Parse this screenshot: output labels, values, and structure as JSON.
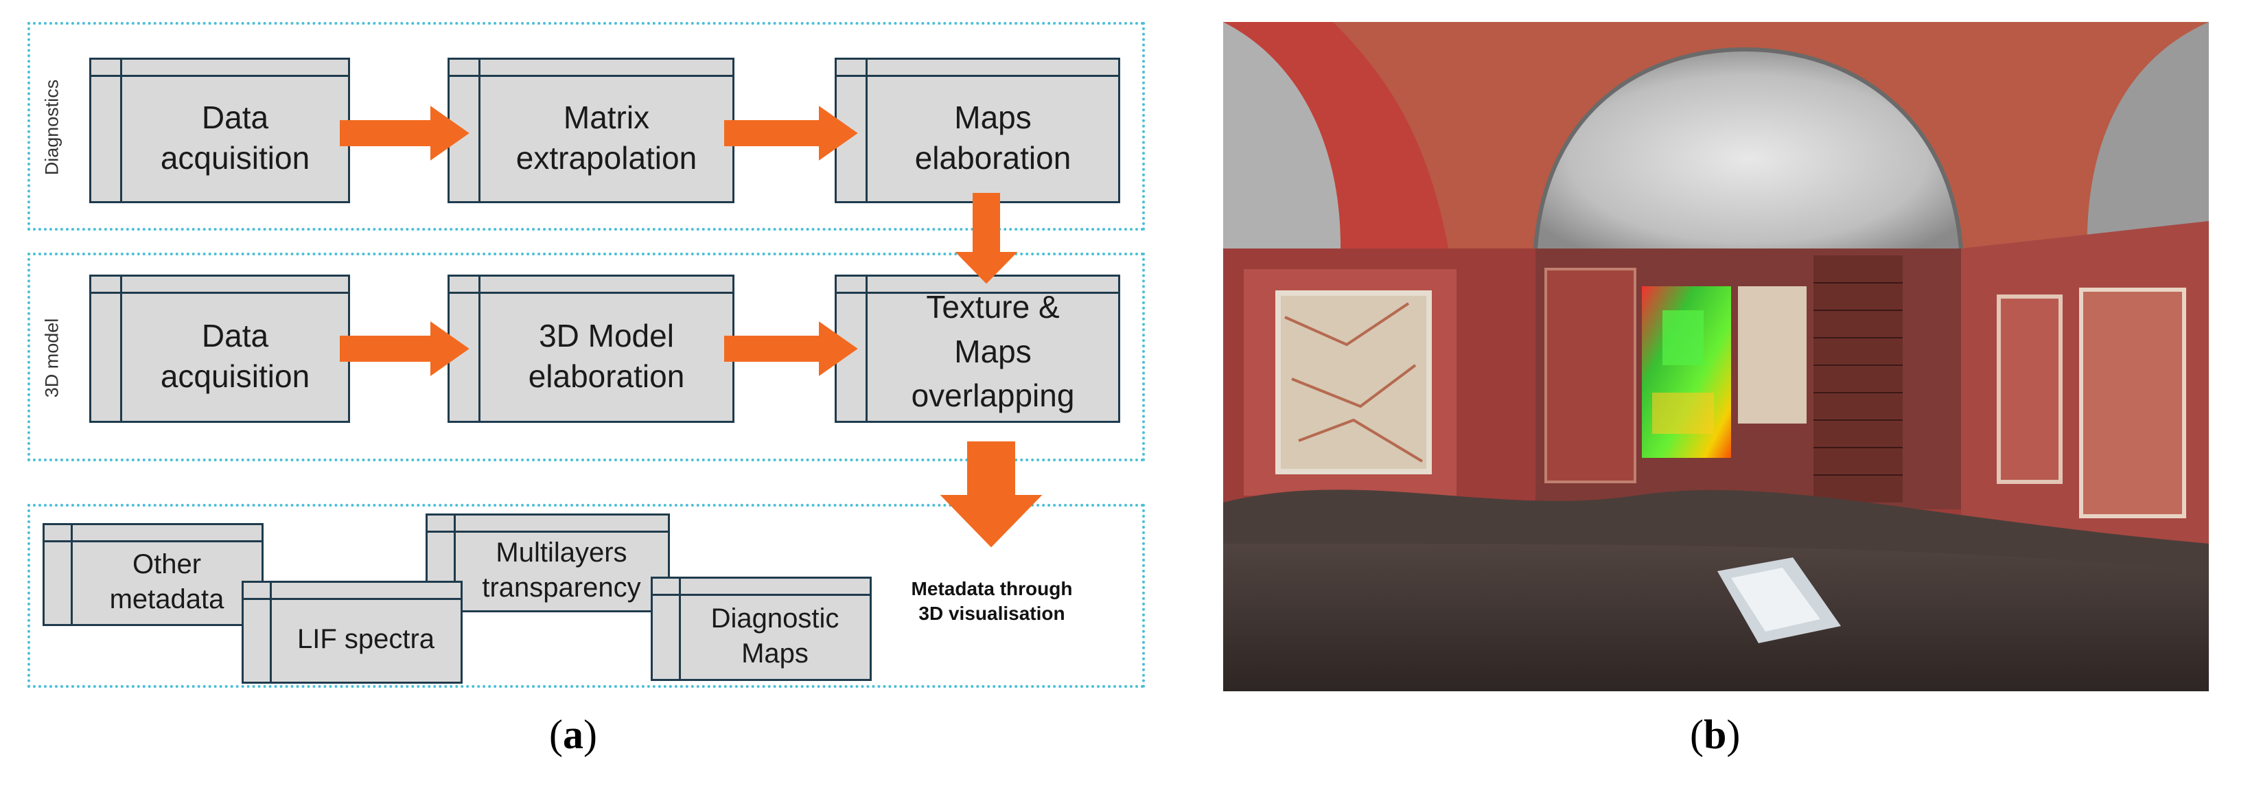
{
  "panel_a": {
    "rows": [
      {
        "section_label": "Diagnostics",
        "boxes": [
          "Data\nacquisition",
          "Matrix\nextrapolation",
          "Maps\nelaboration"
        ]
      },
      {
        "section_label": "3D model",
        "boxes": [
          "Data\nacquisition",
          "3D Model\nelaboration",
          "Texture &\nMaps\noverlapping"
        ]
      }
    ],
    "metadata_boxes": {
      "other_metadata": "Other\nmetadata",
      "lif_spectra": "LIF spectra",
      "multilayers": "Multilayers\ntransparency",
      "diagnostic_maps": "Diagnostic\nMaps"
    },
    "metadata_caption": "Metadata through\n3D visualisation",
    "figure_label": {
      "open": "(",
      "letter": "a",
      "close": ")"
    }
  },
  "panel_b": {
    "figure_label": {
      "open": "(",
      "letter": "b",
      "close": ")"
    },
    "photo_description_icon": "fresco-room-3d-model-image"
  },
  "colors": {
    "arrow": "#f26a21",
    "box_fill": "#d9d9d9",
    "box_border": "#1f3b4d",
    "panel_border": "#4bbfd6"
  }
}
